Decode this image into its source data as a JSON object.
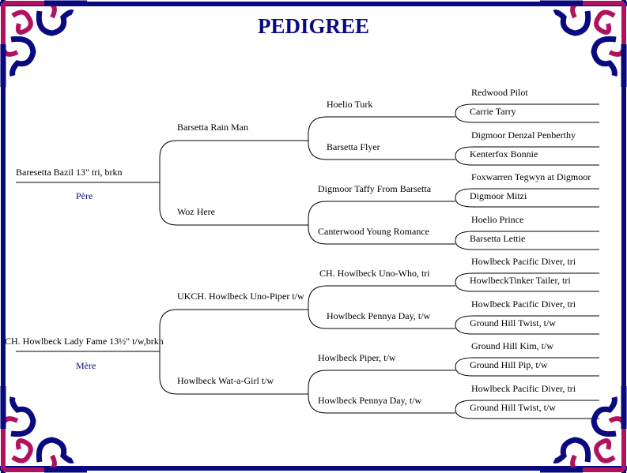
{
  "title": "PEDIGREE",
  "colors": {
    "frame": "#0a0a80",
    "ornament_pink": "#b0125e",
    "title": "#0a0a80"
  },
  "sire": {
    "name": "Baresetta Bazil 13\" tri, brkn",
    "role": "Père",
    "sire": {
      "name": "Barsetta Rain Man",
      "sire": {
        "name": "Hoelio Turk",
        "sire": "Redwood Pilot",
        "dam": "Carrie Tarry"
      },
      "dam": {
        "name": "Barsetta Flyer",
        "sire": "Digmoor Denzal Penberthy",
        "dam": "Kenterfox Bonnie"
      }
    },
    "dam": {
      "name": "Woz Here",
      "sire": {
        "name": "Digmoor Taffy From Barsetta",
        "sire": "Foxwarren Tegwyn at Digmoor",
        "dam": "Digmoor Mitzi"
      },
      "dam": {
        "name": "Canterwood Young Romance",
        "sire": "Hoelio Prince",
        "dam": "Barsetta Lettie"
      }
    }
  },
  "dam": {
    "name": "CH. Howlbeck Lady Fame 13½\" t/w,brkn",
    "role": "Mère",
    "sire": {
      "name": "UKCH. Howlbeck Uno-Piper t/w",
      "sire": {
        "name": "CH. Howlbeck Uno-Who, tri",
        "sire": "Howlbeck Pacific Diver, tri",
        "dam": "HowlbeckTinker Tailer, tri"
      },
      "dam": {
        "name": "Howlbeck Pennya Day, t/w",
        "sire": "Howlbeck Pacific Diver, tri",
        "dam": "Ground Hill Twist, t/w"
      }
    },
    "dam": {
      "name": "Howlbeck Wat-a-Girl t/w",
      "sire": {
        "name": "Howlbeck Piper, t/w",
        "sire": "Ground Hill Kim, t/w",
        "dam": "Ground Hill Pip, t/w"
      },
      "dam": {
        "name": "Howlbeck Pennya Day, t/w",
        "sire": "Howlbeck Pacific Diver, tri",
        "dam": "Ground Hill Twist, t/w"
      }
    }
  }
}
